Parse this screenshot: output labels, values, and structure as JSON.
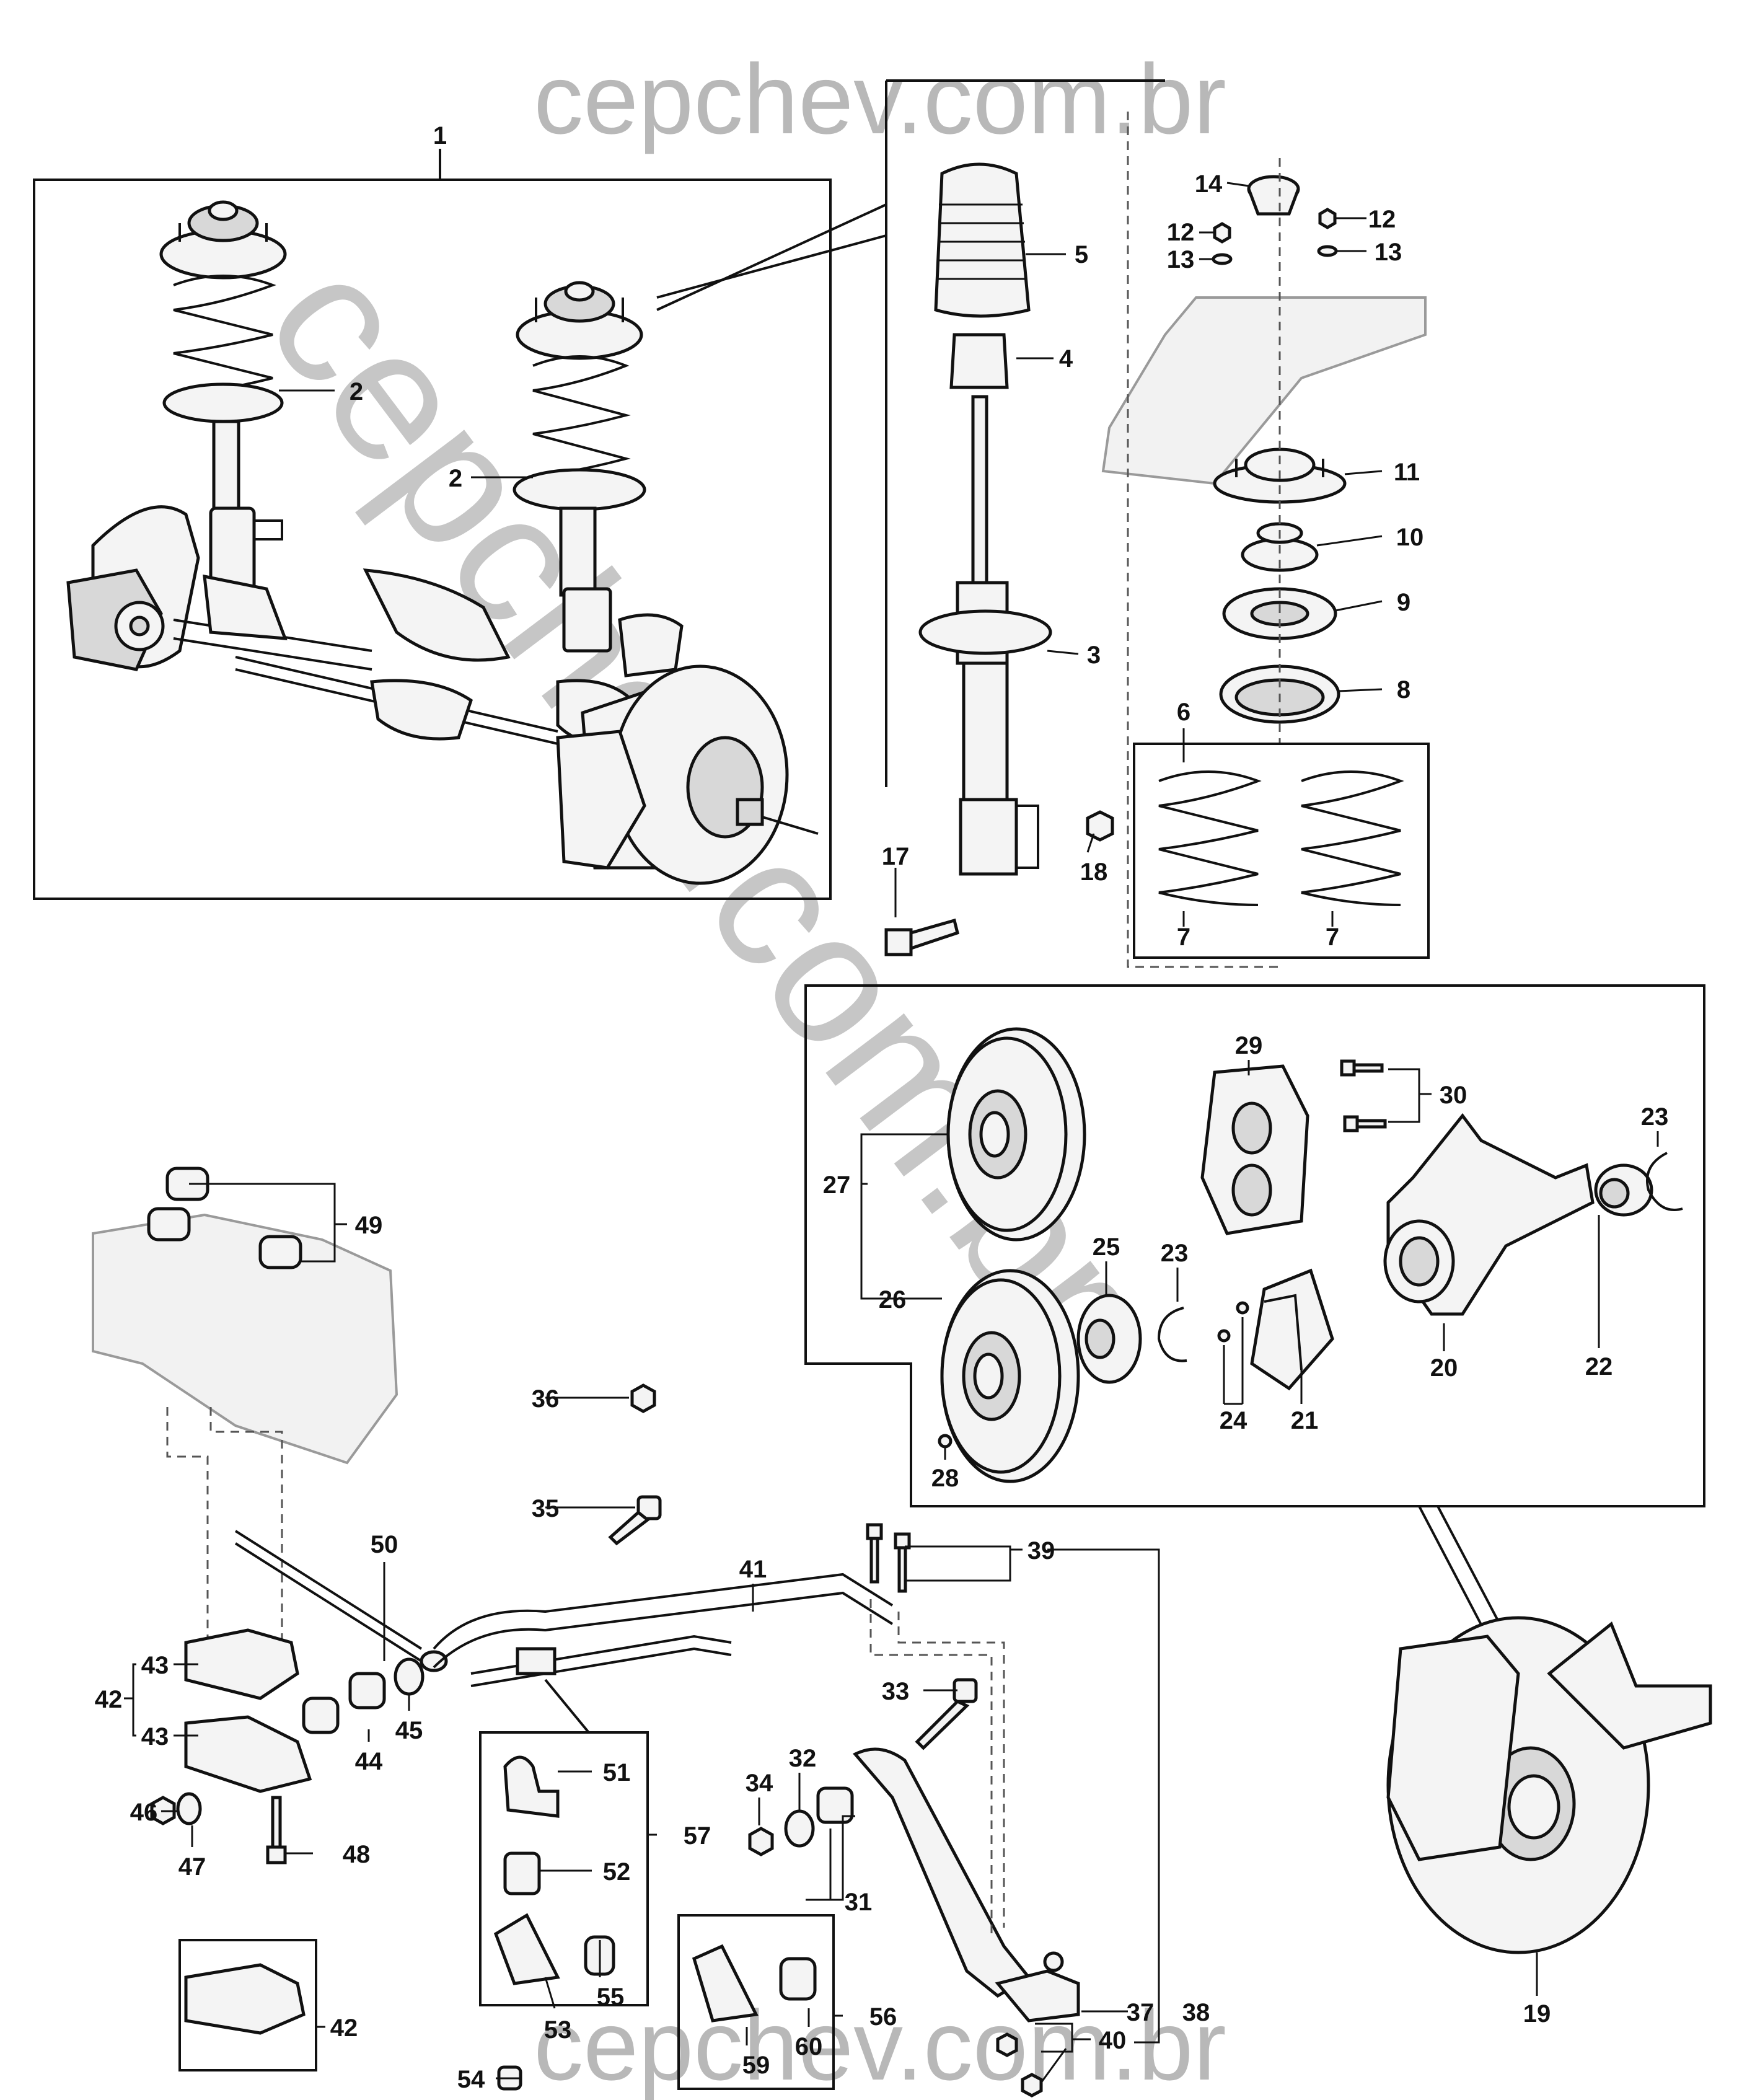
{
  "watermark": {
    "text": "cepchev.com.br",
    "diagonal_text": "cepchev.com.br"
  },
  "labels": {
    "l1": "1",
    "l2a": "2",
    "l2b": "2",
    "l3": "3",
    "l4": "4",
    "l5": "5",
    "l6": "6",
    "l7a": "7",
    "l7b": "7",
    "l8": "8",
    "l9": "9",
    "l10": "10",
    "l11": "11",
    "l12a": "12",
    "l12b": "12",
    "l13a": "13",
    "l13b": "13",
    "l14": "14",
    "l17": "17",
    "l18": "18",
    "l19": "19",
    "l20": "20",
    "l21": "21",
    "l22": "22",
    "l23a": "23",
    "l23b": "23",
    "l24": "24",
    "l25": "25",
    "l26": "26",
    "l27": "27",
    "l28": "28",
    "l29": "29",
    "l30": "30",
    "l31": "31",
    "l32": "32",
    "l33": "33",
    "l34": "34",
    "l35": "35",
    "l36": "36",
    "l37": "37",
    "l38": "38",
    "l39": "39",
    "l40": "40",
    "l41": "41",
    "l42a": "42",
    "l42b": "42",
    "l43a": "43",
    "l43b": "43",
    "l44": "44",
    "l45": "45",
    "l46": "46",
    "l47": "47",
    "l48": "48",
    "l49": "49",
    "l50": "50",
    "l51": "51",
    "l52": "52",
    "l53": "53",
    "l54": "54",
    "l55": "55",
    "l56": "56",
    "l57": "57",
    "l59": "59",
    "l60": "60"
  }
}
